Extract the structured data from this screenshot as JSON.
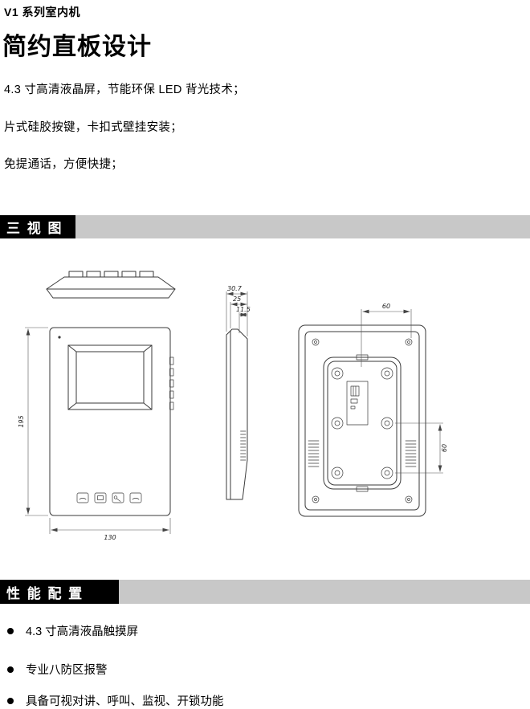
{
  "header": {
    "kicker": "V1 系列室内机",
    "title": "简约直板设计",
    "features": [
      "4.3 寸高清液晶屏，节能环保 LED 背光技术；",
      "片式硅胶按键，卡扣式壁挂安装；",
      "免提通话，方便快捷；"
    ]
  },
  "sections": {
    "views_label": "三 视 图",
    "specs_label": "性 能 配 置"
  },
  "drawing": {
    "front": {
      "height": "195",
      "width": "130"
    },
    "side": {
      "depth_total": "30.7",
      "depth_body": "25",
      "depth_panel": "11.5"
    },
    "back": {
      "hole_spacing_h": "60",
      "hole_spacing_v": "60"
    }
  },
  "specs": [
    "4.3 寸高清液晶触摸屏",
    "专业八防区报警",
    "具备可视对讲、呼叫、监视、开锁功能"
  ],
  "colors": {
    "bar_gray": "#c8c8c8",
    "label_bg": "#000000",
    "line": "#3a3a3a"
  }
}
